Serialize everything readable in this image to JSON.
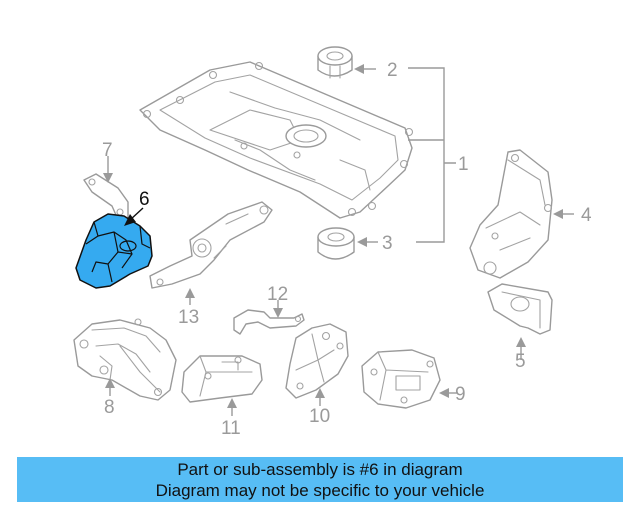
{
  "diagram": {
    "callouts": {
      "c1": "1",
      "c2": "2",
      "c3": "3",
      "c4": "4",
      "c5": "5",
      "c6": "6",
      "c7": "7",
      "c8": "8",
      "c9": "9",
      "c10": "10",
      "c11": "11",
      "c12": "12",
      "c13": "13"
    },
    "highlighted_part": "6",
    "highlight_color": "#35aaf0",
    "line_color": "#9a9a9a"
  },
  "banner": {
    "line1": "Part or sub-assembly is #6 in diagram",
    "line2": "Diagram may not be specific to your vehicle",
    "background": "#57bdf5"
  }
}
